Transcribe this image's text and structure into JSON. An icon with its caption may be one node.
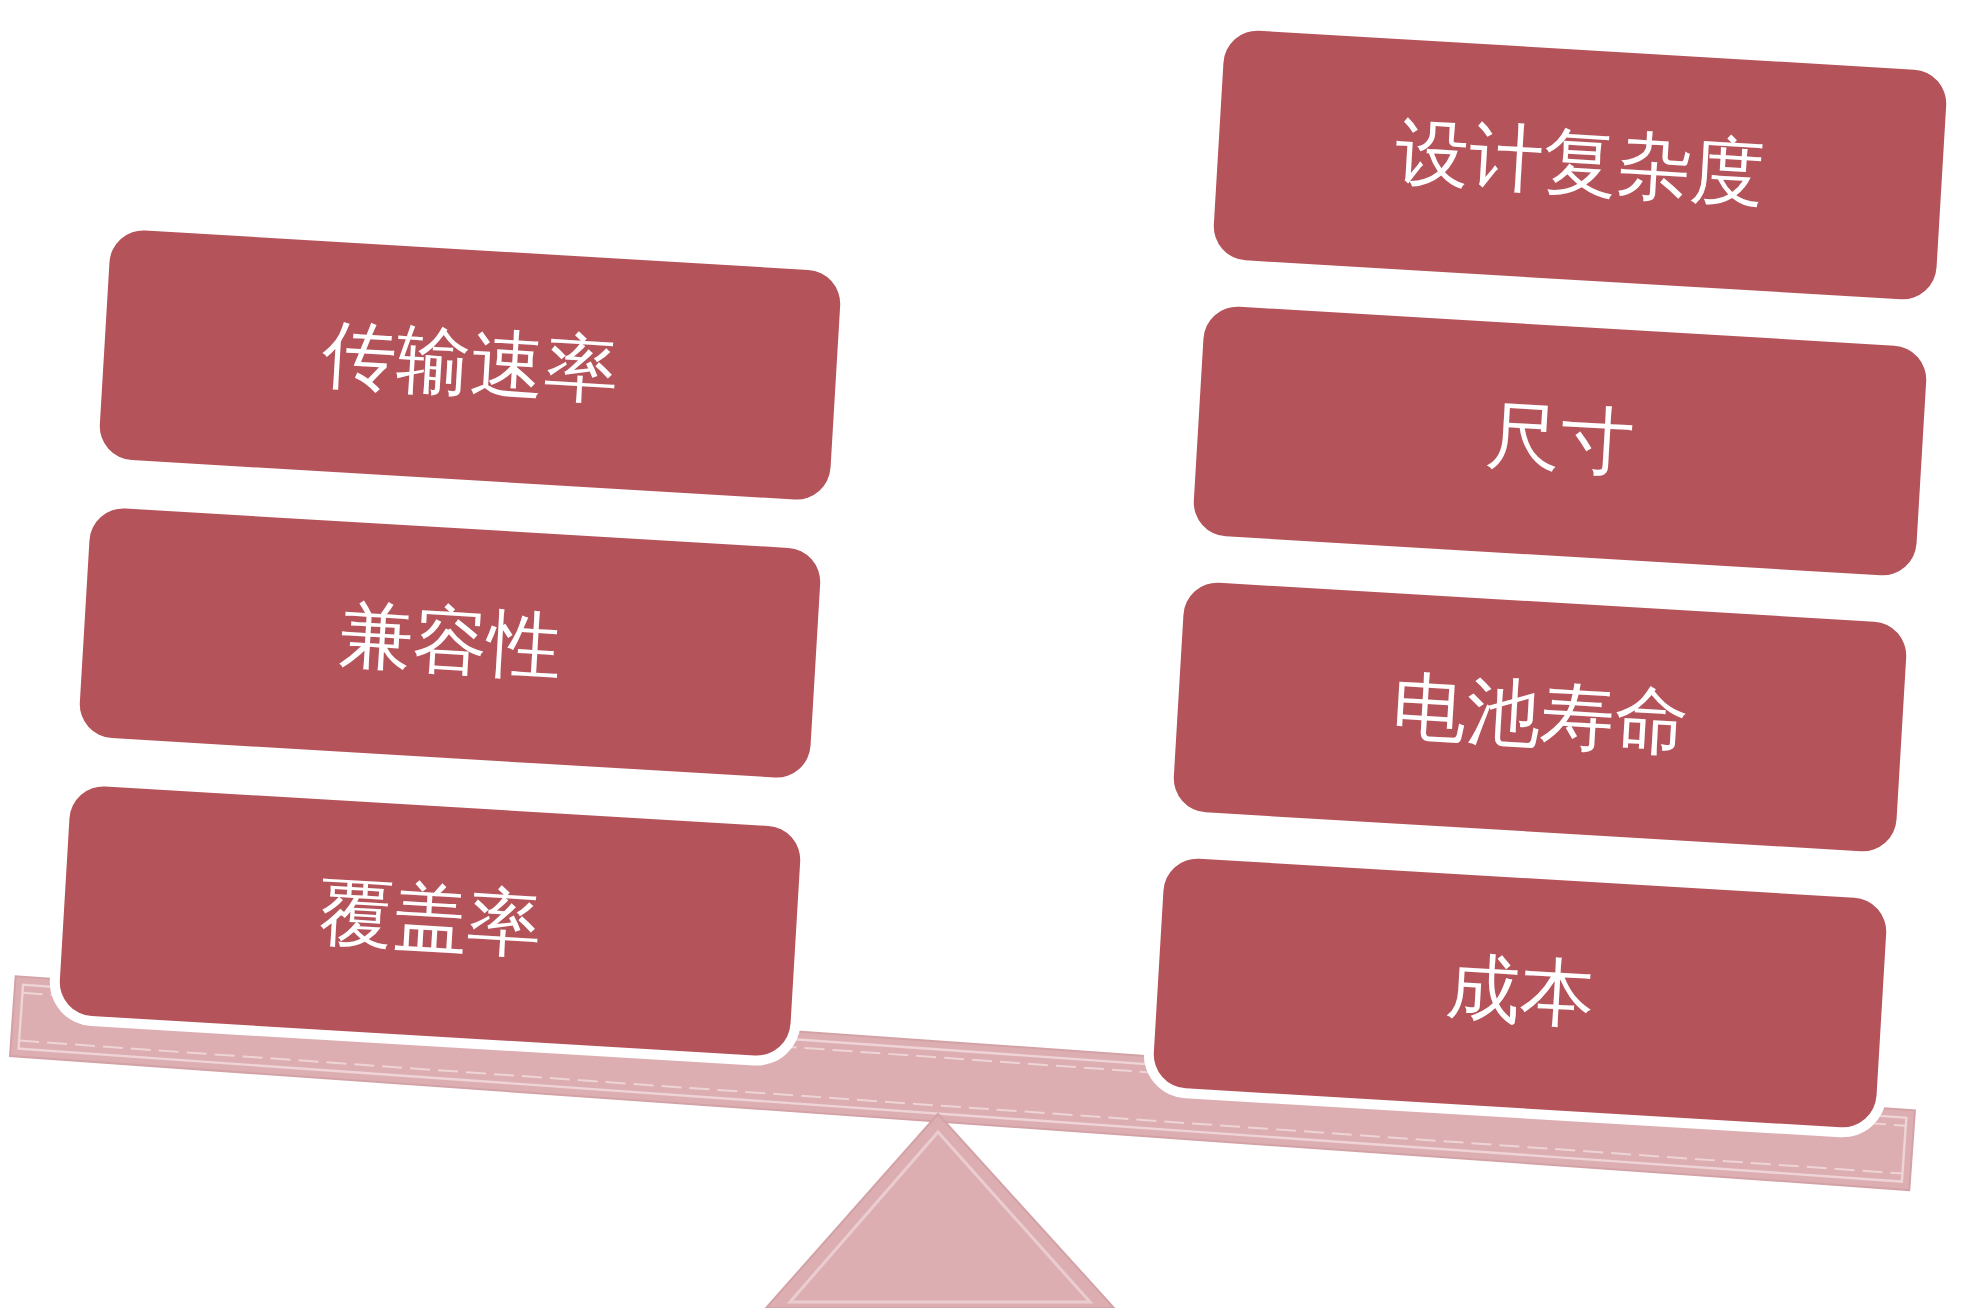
{
  "diagram": {
    "nodes": [
      {
        "text": [
          "传输速率"
        ]
      },
      {
        "text": [
          "兼容性"
        ]
      },
      {
        "text": [
          "覆盖率"
        ]
      },
      {
        "text": [
          "设计复杂度"
        ]
      },
      {
        "text": [
          "尺寸"
        ]
      },
      {
        "text": [
          "电池寿命"
        ]
      },
      {
        "text": [
          "成本"
        ]
      }
    ]
  }
}
